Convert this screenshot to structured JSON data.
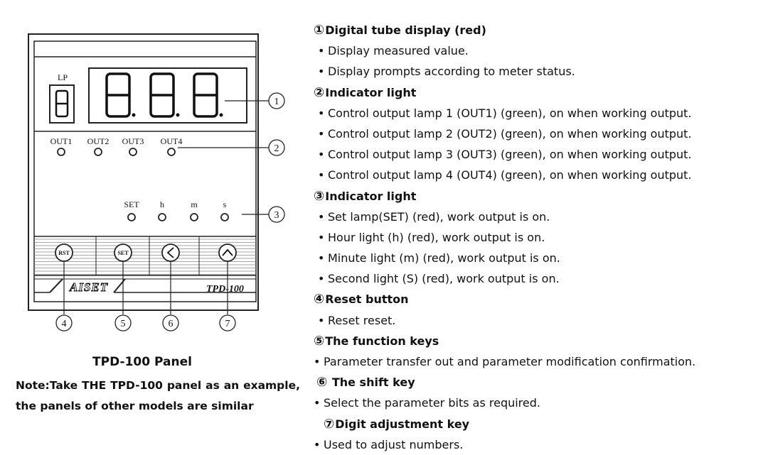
{
  "panel": {
    "lp_label": "LP",
    "display_digits": "8.8.8.",
    "out_labels": [
      "OUT1",
      "OUT2",
      "OUT3",
      "OUT4"
    ],
    "status_labels": [
      "SET",
      "h",
      "m",
      "s"
    ],
    "button_labels": [
      "RST",
      "SET"
    ],
    "brand": "AISET",
    "model": "TPD-100",
    "callouts": [
      "①",
      "②",
      "③",
      "④",
      "⑤",
      "⑥",
      "⑦"
    ],
    "title": "TPD-100 Panel",
    "note": "Note:Take THE TPD-100 panel as an example, the panels of other models are similar",
    "colors": {
      "line": "#222222",
      "text": "#111111"
    }
  },
  "sections": [
    {
      "num": "①",
      "title": "Digital tube display (red)",
      "bullets": [
        "Display measured value.",
        "Display prompts according to meter status."
      ]
    },
    {
      "num": "②",
      "title": "Indicator light",
      "bullets": [
        "Control output lamp 1 (OUT1) (green), on when working output.",
        "Control output lamp 2 (OUT2) (green), on when working output.",
        "Control output lamp 3 (OUT3) (green), on when working output.",
        "Control output lamp 4 (OUT4) (green), on when working output."
      ]
    },
    {
      "num": "③",
      "title": "Indicator light",
      "bullets": [
        "Set lamp(SET) (red), work output is on.",
        "Hour light (h) (red), work output is on.",
        "Minute light (m) (red), work output is on.",
        "Second light (S) (red), work output is on."
      ]
    },
    {
      "num": "④",
      "title": "Reset button",
      "bullets": [
        "Reset reset."
      ]
    },
    {
      "num": "⑤",
      "title": "The function keys",
      "bullets": [
        "Parameter transfer out and parameter modification confirmation."
      ]
    },
    {
      "num": "⑥",
      "title": " The shift key",
      "bullets": [
        "Select the parameter bits as required."
      ]
    },
    {
      "num": "⑦",
      "title": "Digit adjustment key",
      "bullets": [
        "Used to adjust numbers."
      ]
    }
  ]
}
